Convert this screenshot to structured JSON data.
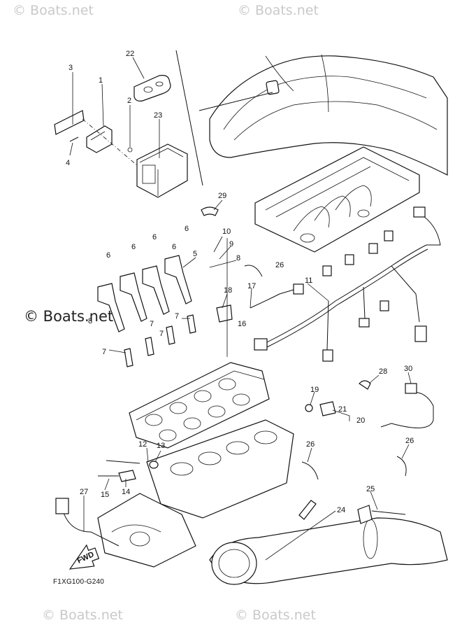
{
  "watermarks": {
    "top_left": "© Boats.net",
    "top_right": "© Boats.net",
    "middle_left": "© Boats.net",
    "bottom_left": "© Boats.net",
    "bottom_right": "© Boats.net"
  },
  "diagram_code": "F1XG100-G240",
  "fwd_label": "FWD",
  "callouts": [
    "1",
    "2",
    "3",
    "4",
    "5",
    "6",
    "6",
    "6",
    "6",
    "6",
    "7",
    "7",
    "7",
    "7",
    "8",
    "8",
    "9",
    "10",
    "11",
    "12",
    "13",
    "14",
    "15",
    "16",
    "17",
    "18",
    "19",
    "20",
    "21",
    "22",
    "23",
    "24",
    "25",
    "26",
    "26",
    "26",
    "27",
    "28",
    "29",
    "30"
  ]
}
